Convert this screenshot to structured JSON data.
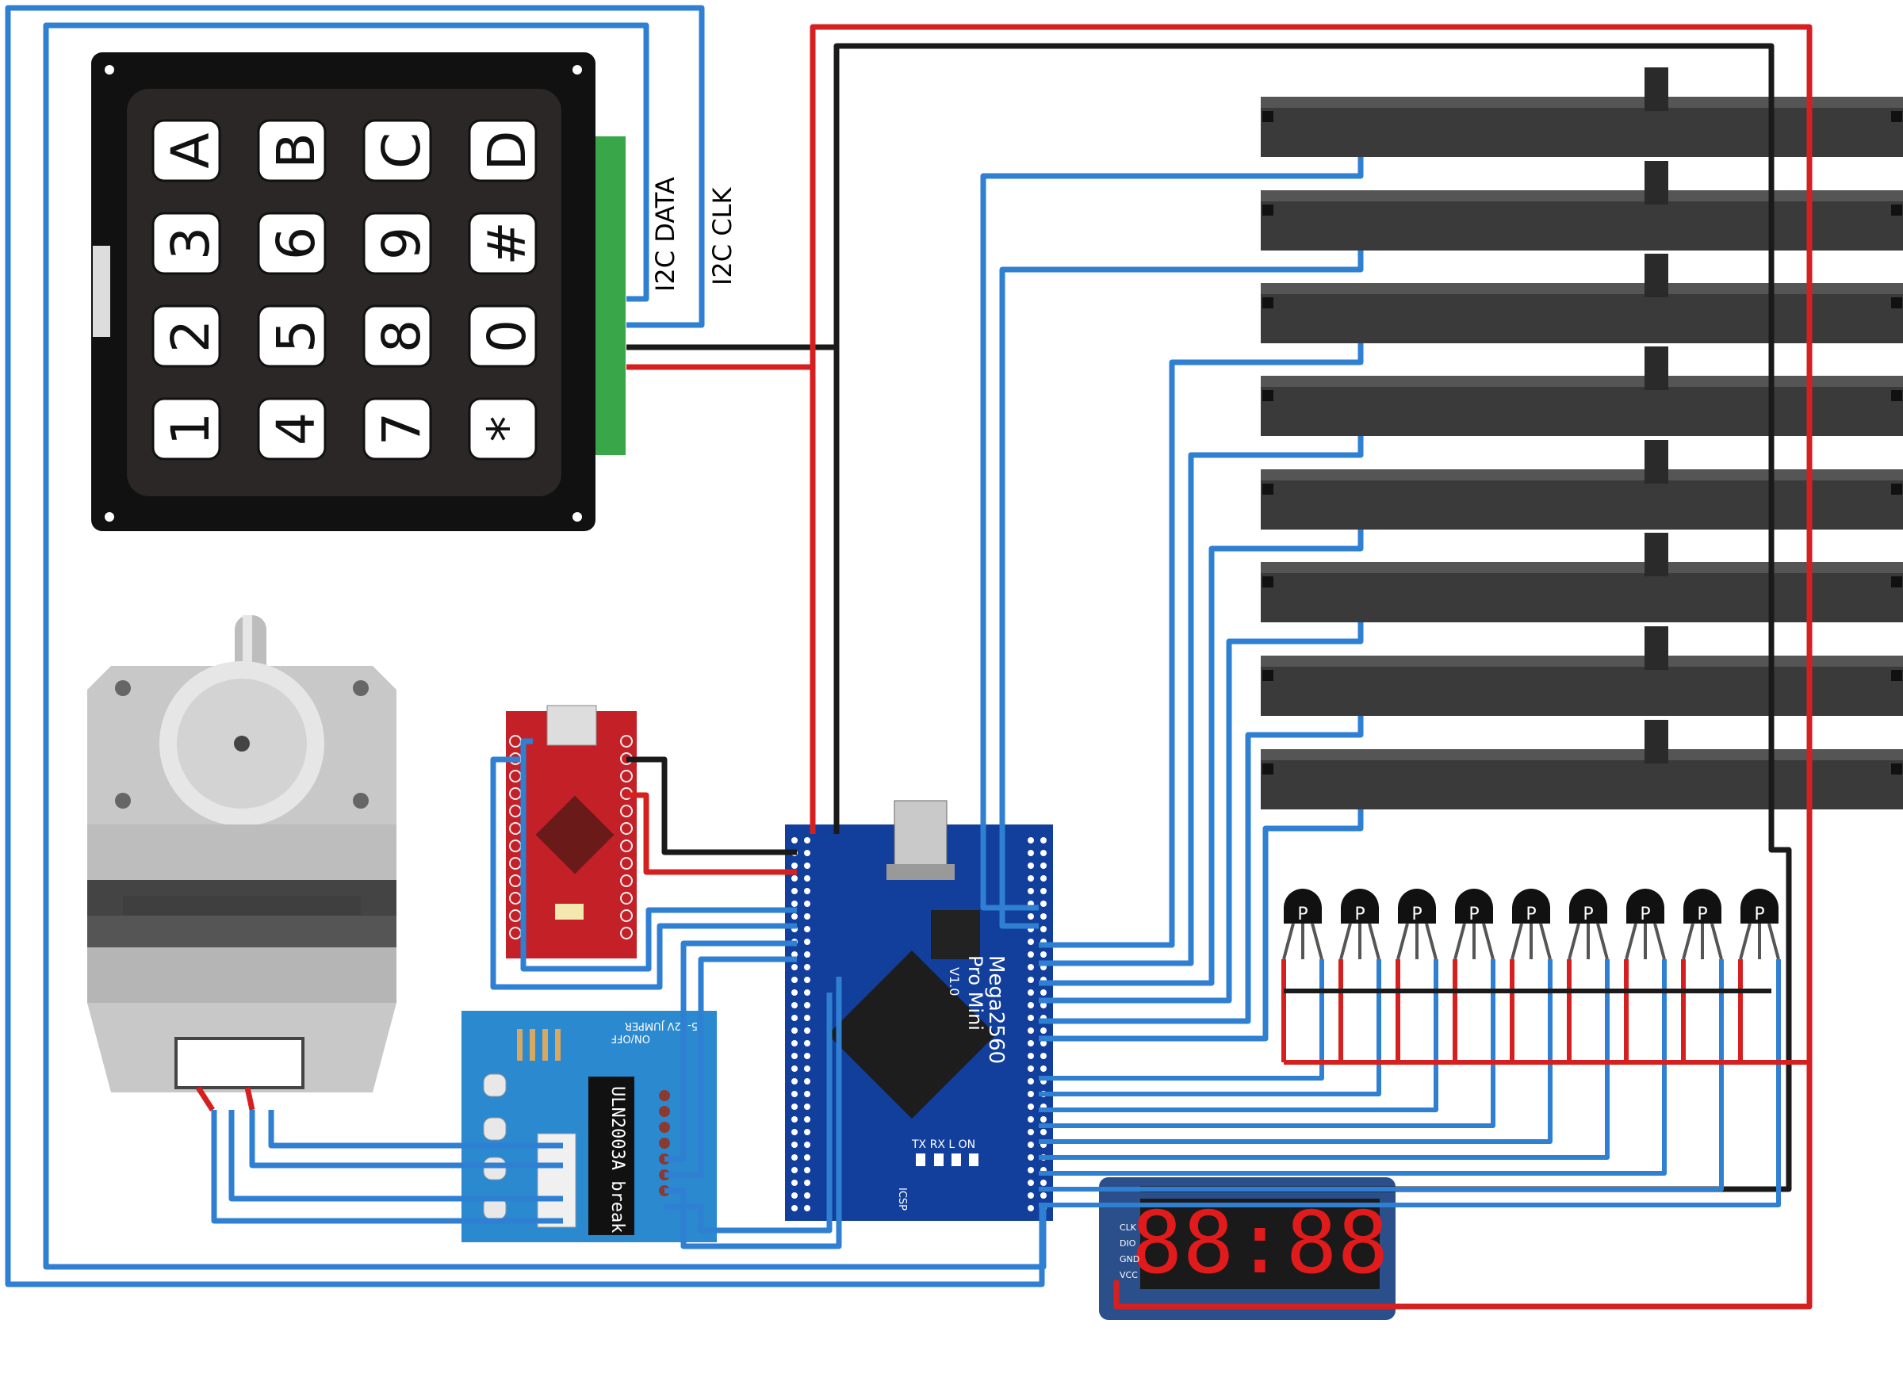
{
  "keypad": {
    "keys": [
      "A",
      "B",
      "C",
      "D",
      "3",
      "6",
      "9",
      "#",
      "2",
      "5",
      "8",
      "0",
      "1",
      "4",
      "7",
      "*"
    ]
  },
  "labels": {
    "i2c_data": "I2C DATA",
    "i2c_clk": "I2C CLK",
    "mega_name": "Mega2560",
    "mega_sub": "Pro Mini",
    "mega_ver": "V1.0",
    "mega_leds": "TX  RX  L  ON",
    "mega_icsp": "ICSP",
    "uln_chip": "ULN2003A break",
    "uln_jumper": "5-12V JUMPER",
    "uln_onoff": "ON/OFF",
    "disp_clk": "CLK",
    "disp_dio": "DIO",
    "disp_gnd": "GND",
    "disp_vcc": "VCC",
    "transistor_mark": "P"
  },
  "display": {
    "digits": "88:88"
  },
  "colors": {
    "wire_blue": "#2f7fd3",
    "wire_red": "#d62020",
    "wire_black": "#1a1a1a",
    "mega_board": "#123f9c",
    "pro_micro": "#c42027",
    "uln_board": "#2b89cf",
    "display_board": "#2a4f8a",
    "segment_red": "#e11b1b",
    "keypad_body": "#111111",
    "slider_body": "#3a3a3a"
  }
}
